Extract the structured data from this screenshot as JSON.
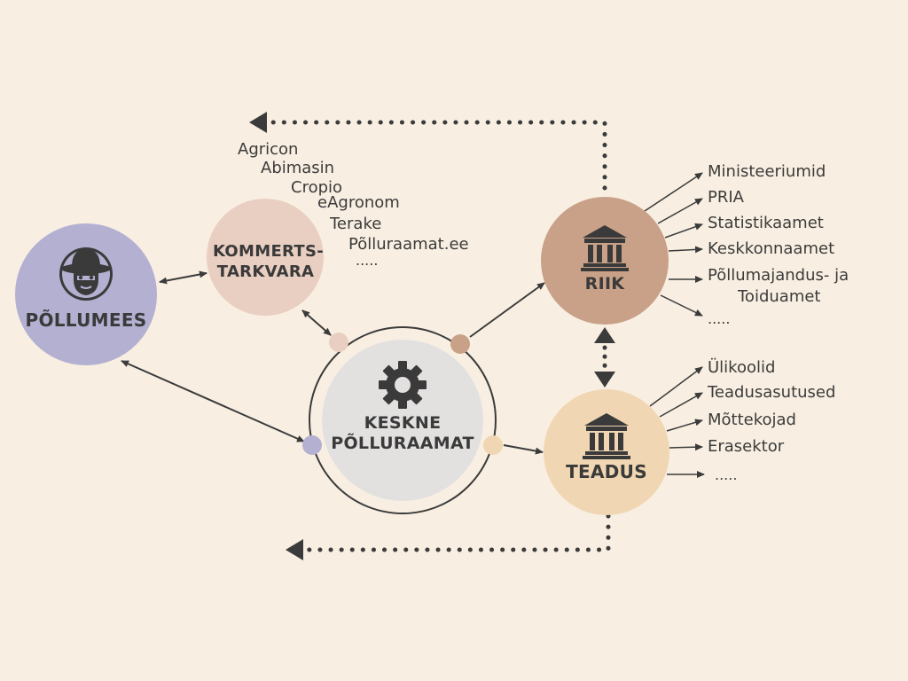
{
  "colors": {
    "background": "#f8efe2",
    "pollumees": "#b3b0d1",
    "kommerts": "#e9cfc2",
    "keskne_fill": "#e3e1e0",
    "riik": "#c9a188",
    "teadus": "#f0d6b2",
    "line": "#3b3b3b"
  },
  "icons": {
    "farmer": "farmer-with-hat-icon",
    "gear": "gear-icon",
    "bank": "bank-building-icon"
  },
  "nodes": {
    "pollumees": "PÕLLUMEES",
    "kommerts_line1": "KOMMERTS-",
    "kommerts_line2": "TARKVARA",
    "keskne_line1": "KESKNE",
    "keskne_line2": "PÕLLURAAMAT",
    "riik": "RIIK",
    "teadus": "TEADUS"
  },
  "software_list": [
    "Agricon",
    "Abimasin",
    "Cropio",
    "eAgronom",
    "Terake",
    "Põlluraamat.ee",
    "....."
  ],
  "riik_list": [
    "Ministeeriumid",
    "PRIA",
    "Statistikaamet",
    "Keskkonnaamet",
    "Põllumajandus- ja",
    "Toiduamet",
    "....."
  ],
  "teadus_list": [
    "Ülikoolid",
    "Teadusasutused",
    "Mõttekojad",
    "Erasektor",
    "....."
  ]
}
